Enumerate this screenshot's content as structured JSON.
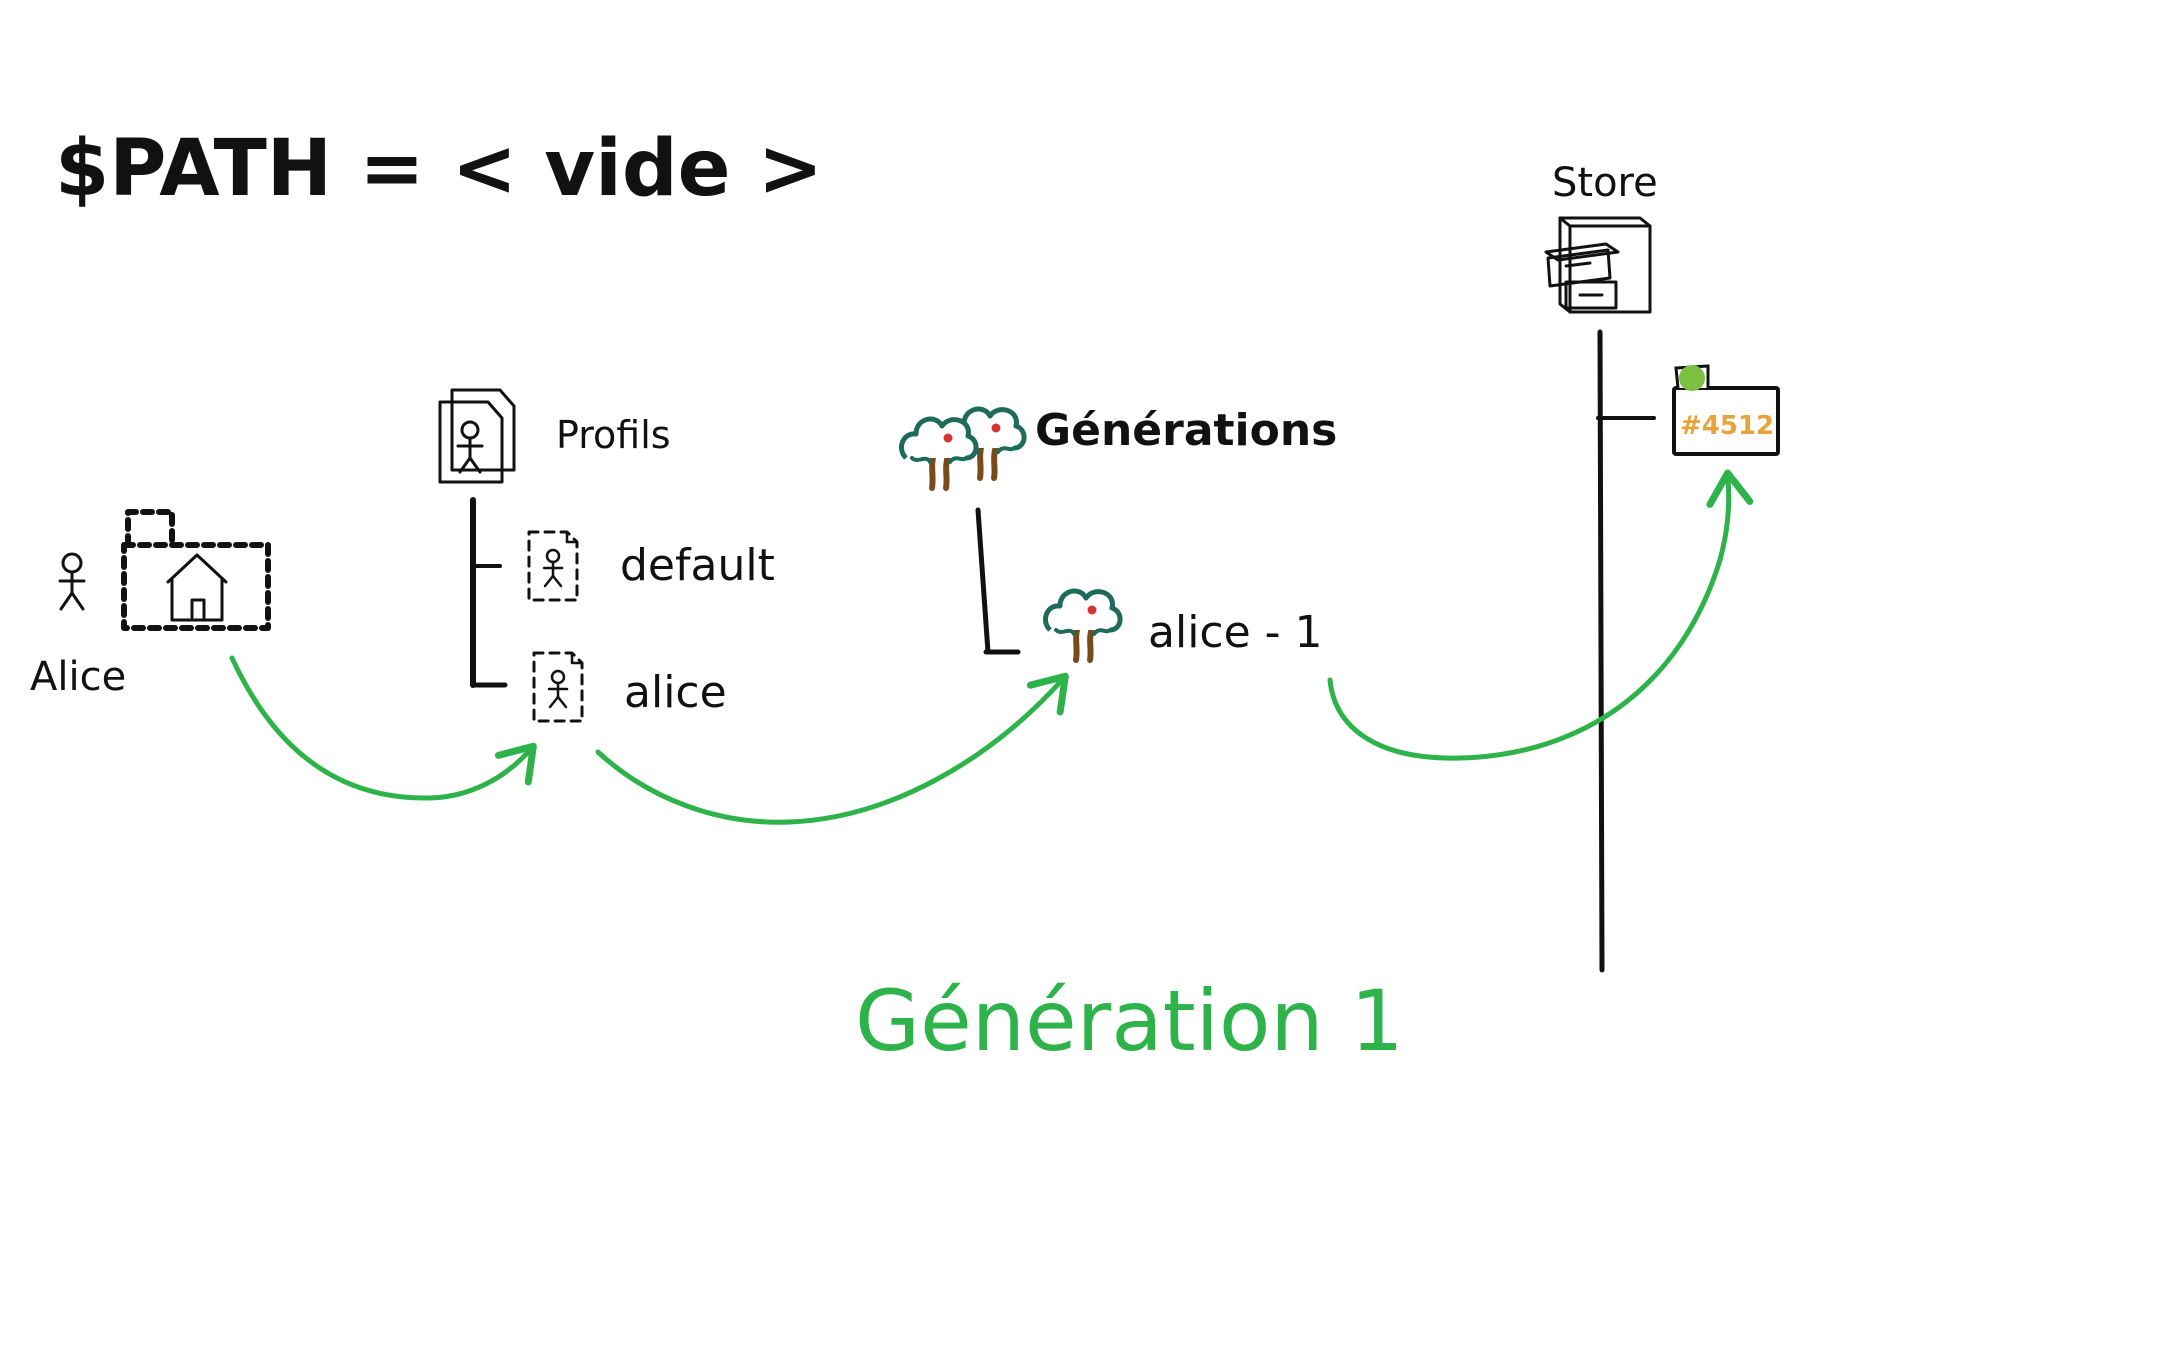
{
  "path_label": "$PATH = < vide >",
  "user": {
    "name": "Alice"
  },
  "profiles": {
    "title": "Profils",
    "items": [
      "default",
      "alice"
    ]
  },
  "generations": {
    "title": "Générations",
    "item": "alice - 1"
  },
  "store": {
    "title": "Store",
    "entry": "#4512"
  },
  "footer": {
    "title": "Génération 1"
  },
  "colors": {
    "ink": "#111111",
    "arrow": "#2db34a",
    "store_entry_text": "#e8a33a",
    "store_entry_dot": "#7bc043",
    "tree_foliage": "#1f6b5a",
    "tree_trunk": "#7a4a1c",
    "apple": "#d63333"
  }
}
